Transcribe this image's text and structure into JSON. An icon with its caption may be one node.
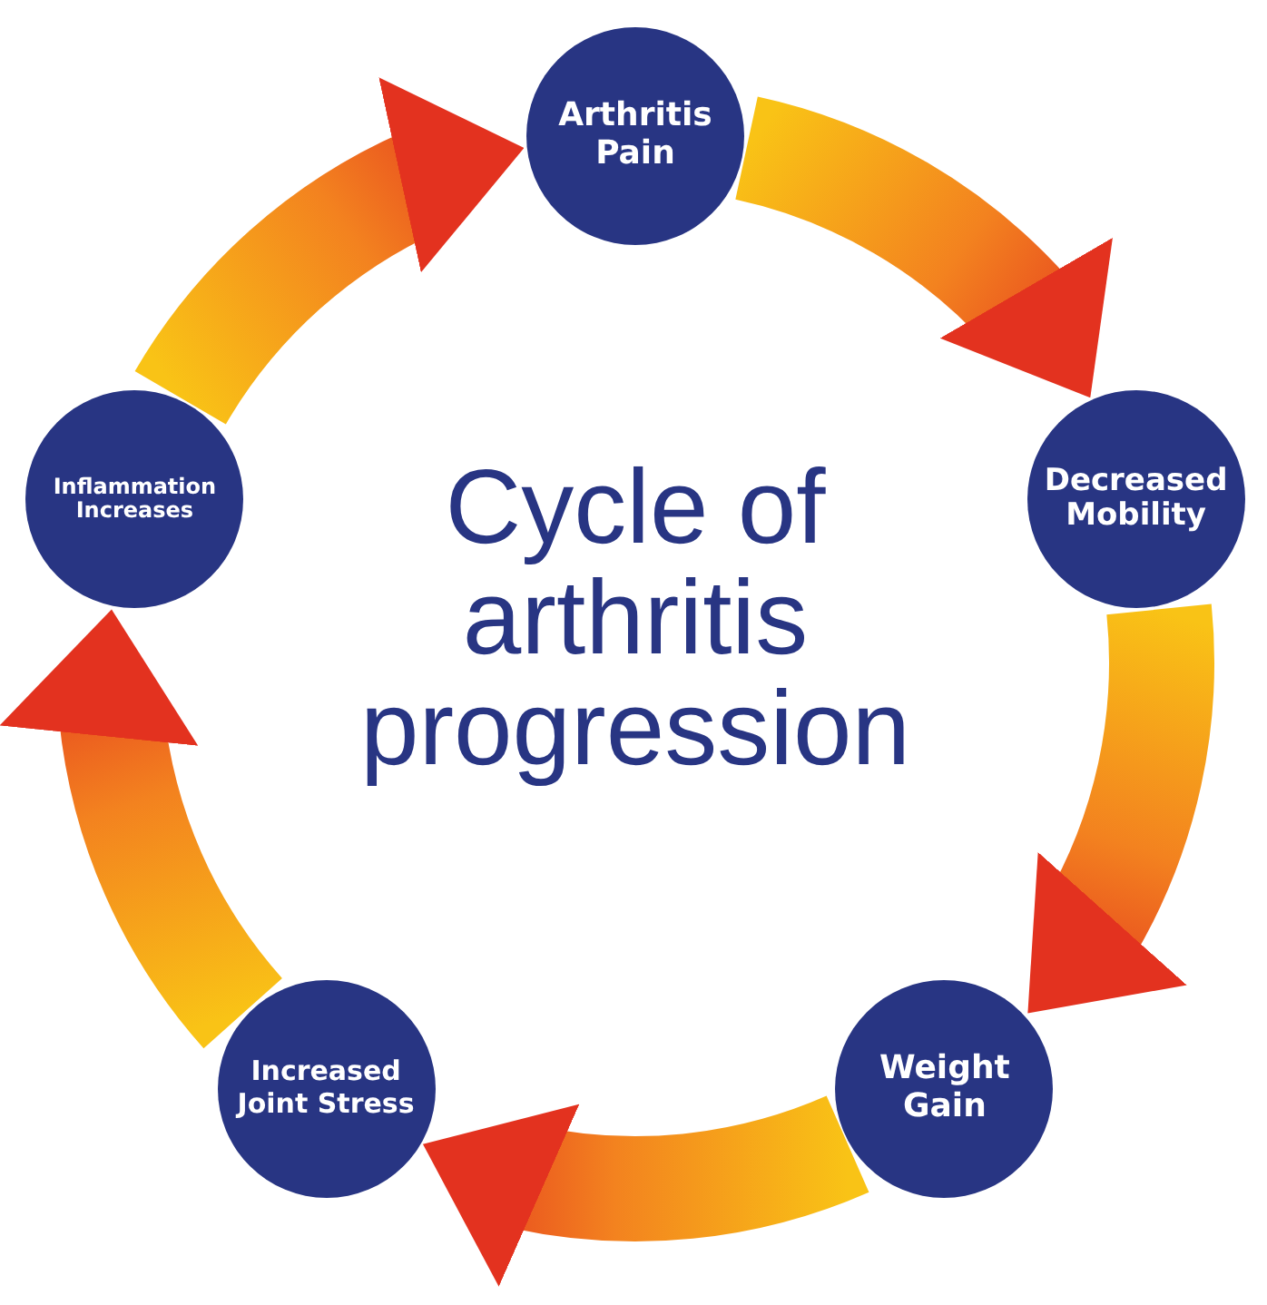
{
  "diagram": {
    "title": "Cycle of arthritis progression",
    "nodes": [
      {
        "text": [
          "Arthritis Pain"
        ]
      },
      {
        "text": [
          "Decreased Mobility"
        ]
      },
      {
        "text": [
          "Weight Gain"
        ]
      },
      {
        "text": [
          "Increased Joint Stress"
        ]
      },
      {
        "text": [
          "Inflammation Increases"
        ]
      }
    ],
    "edges": [
      {
        "from": 0,
        "to": 1,
        "arrow": "to"
      },
      {
        "from": 1,
        "to": 2,
        "arrow": "to"
      },
      {
        "from": 2,
        "to": 3,
        "arrow": "to"
      },
      {
        "from": 3,
        "to": 4,
        "arrow": "to"
      },
      {
        "from": 4,
        "to": 0,
        "arrow": "to"
      }
    ]
  }
}
